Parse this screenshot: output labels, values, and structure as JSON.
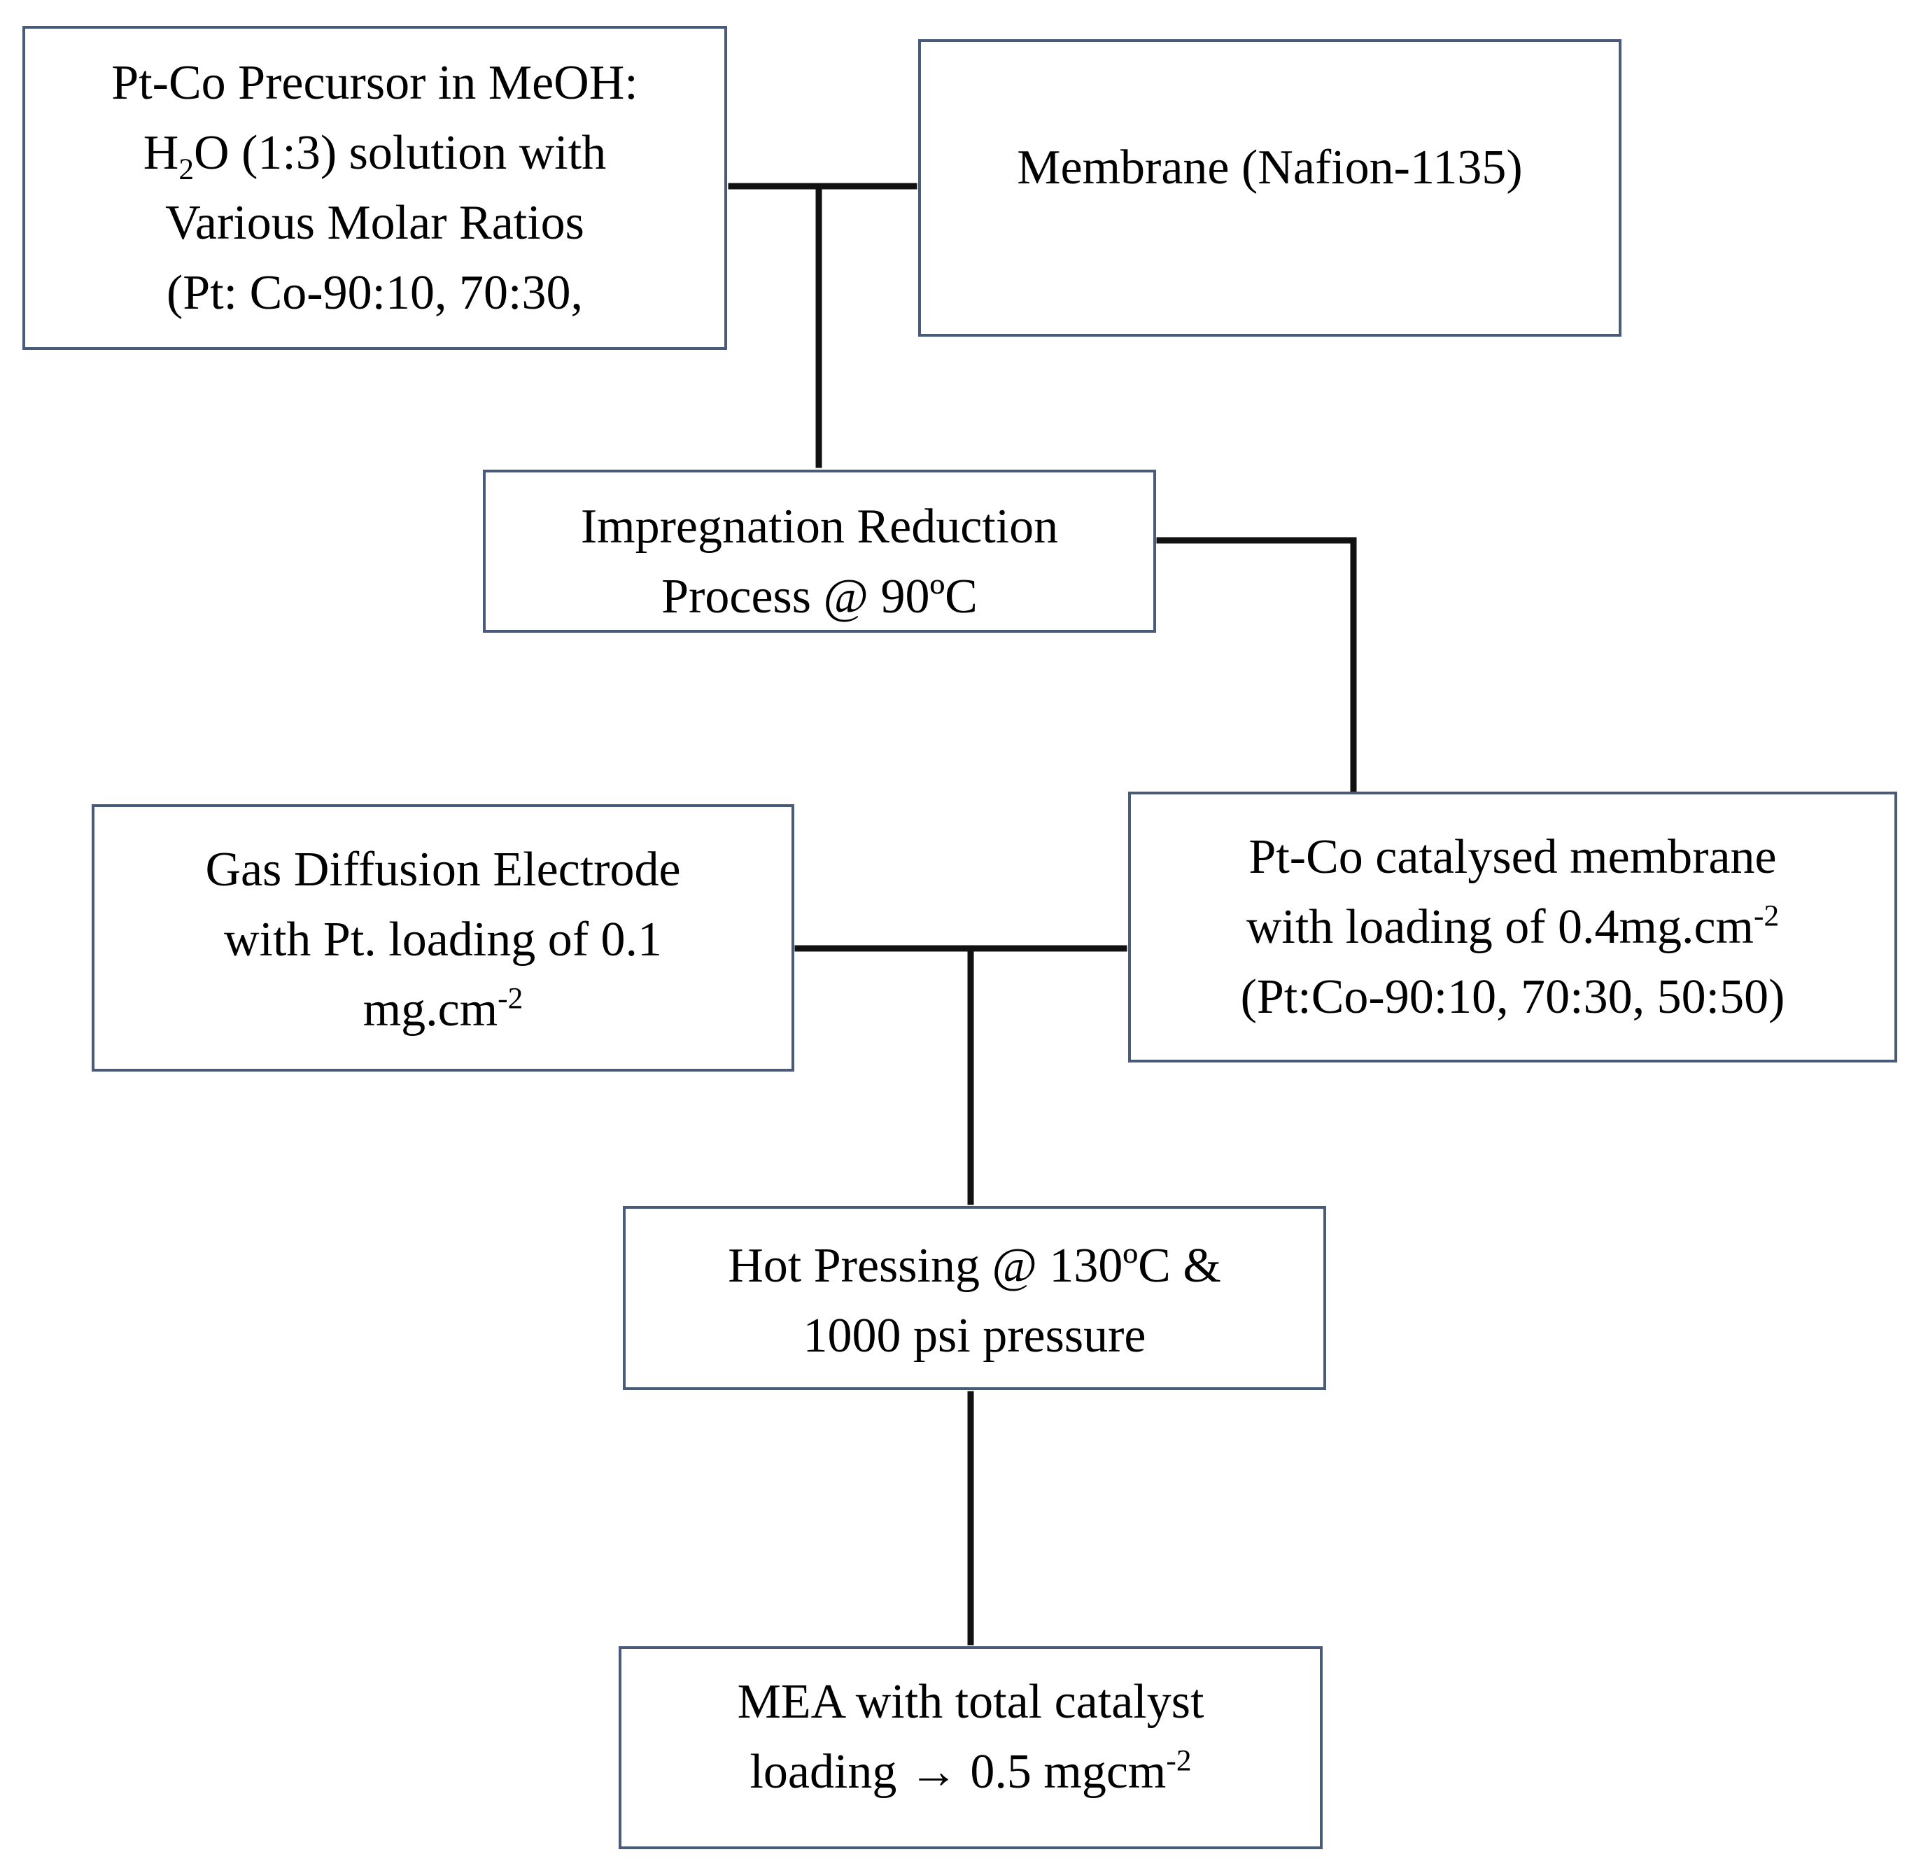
{
  "diagram": {
    "line_color": "#111111",
    "border_color": "#4a5a7a",
    "boxes": {
      "precursor": {
        "line1": "Pt-Co Precursor in MeOH:",
        "line2_pre": "H",
        "line2_sub": "2",
        "line2_post": "O (1:3) solution with",
        "line3": "Various Molar Ratios",
        "line4": "(Pt: Co-90:10, 70:30,"
      },
      "membrane": {
        "line1": "Membrane (Nafion-1135)"
      },
      "impregnation": {
        "line1": "Impregnation Reduction",
        "line2": "Process @ 90ºC"
      },
      "gde": {
        "line1": "Gas Diffusion Electrode",
        "line2": "with Pt. loading of 0.1",
        "line3_pre": "mg.cm",
        "line3_sup": "-2"
      },
      "catalysed": {
        "line1": "Pt-Co catalysed membrane",
        "line2_pre": "with loading of 0.4mg.cm",
        "line2_sup": "-2",
        "line3": "(Pt:Co-90:10, 70:30, 50:50)"
      },
      "hotpress": {
        "line1": "Hot Pressing @ 130ºC &",
        "line2": "1000 psi pressure"
      },
      "mea": {
        "line1": "MEA with total catalyst",
        "line2_pre": "loading → 0.5 mgcm",
        "line2_sup": "-2"
      }
    }
  }
}
